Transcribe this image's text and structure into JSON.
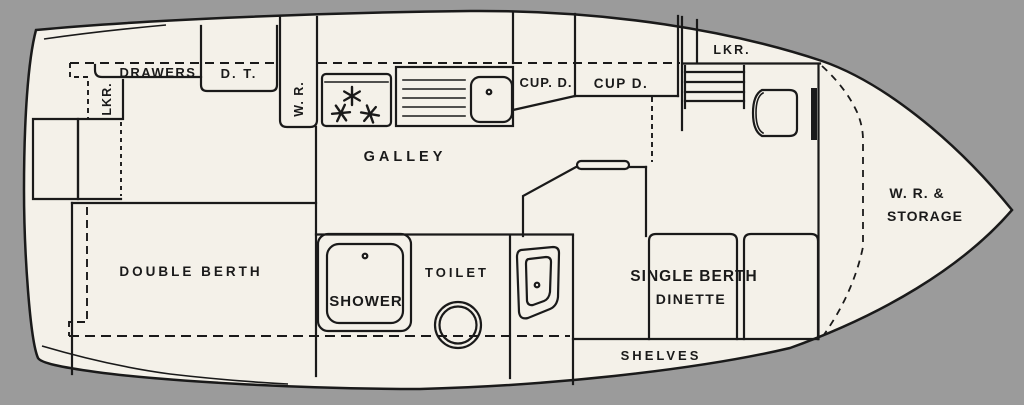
{
  "diagram": {
    "type": "boat-interior-floor-plan",
    "colors": {
      "background": "#9b9b9b",
      "paper": "#f4f1e9",
      "ink": "#1a1a1a"
    },
    "compartments": {
      "aft_cabin": {
        "locker": "LKR.",
        "drawers": "DRAWERS",
        "dressing_table": "D. T.",
        "wardrobe": "W. R.",
        "berth": "DOUBLE BERTH"
      },
      "galley": {
        "name": "GALLEY",
        "cupboard_1": "CUP. D.",
        "cupboard_2": "CUP D."
      },
      "washroom": {
        "shower": "SHOWER",
        "toilet": "TOILET"
      },
      "saloon": {
        "locker": "LKR.",
        "single_berth": "SINGLE BERTH",
        "dinette": "DINETTE",
        "shelves": "SHELVES"
      },
      "bow": {
        "label_line1": "W. R. &",
        "label_line2": "STORAGE"
      }
    },
    "icons": {
      "stove_burner": "6-spoke asterisk",
      "companionway_steps": "ladder rungs",
      "sink": "basin with drainer ridges",
      "toilet": "double circle bowl",
      "shower": "tray with drain dot",
      "wash_basin": "rounded trapezoid with drain dot"
    }
  }
}
